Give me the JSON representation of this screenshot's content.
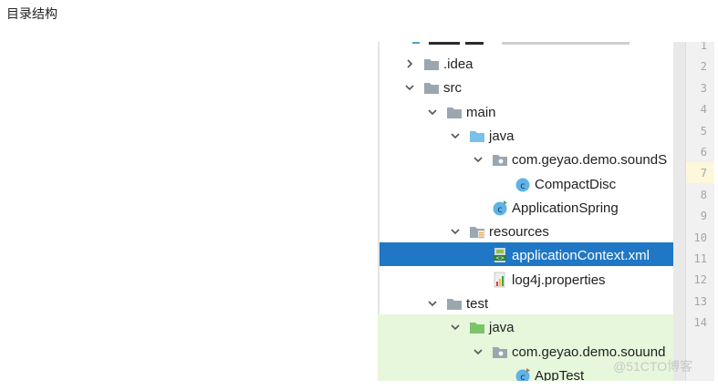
{
  "page": {
    "heading": "目录结构",
    "watermark": "@51CTO博客"
  },
  "gutter": {
    "line_numbers": [
      "1",
      "2",
      "3",
      "4",
      "5",
      "6",
      "7",
      "8",
      "9",
      "10",
      "11",
      "12",
      "13",
      "14"
    ],
    "current_line": "7"
  },
  "tree": [
    {
      "label": ".idea",
      "icon": "folder-icon",
      "state": "collapsed"
    },
    {
      "label": "src",
      "icon": "folder-icon",
      "state": "expanded"
    },
    {
      "label": "main",
      "icon": "folder-icon",
      "state": "expanded"
    },
    {
      "label": "java",
      "icon": "source-folder-icon",
      "state": "expanded"
    },
    {
      "label": "com.geyao.demo.soundS",
      "icon": "package-icon",
      "state": "expanded"
    },
    {
      "label": "CompactDisc",
      "icon": "class-icon",
      "state": "leaf"
    },
    {
      "label": "ApplicationSpring",
      "icon": "runnable-class-icon",
      "state": "leaf"
    },
    {
      "label": "resources",
      "icon": "resources-folder-icon",
      "state": "expanded"
    },
    {
      "label": "applicationContext.xml",
      "icon": "xml-file-icon",
      "state": "leaf",
      "selected": true
    },
    {
      "label": "log4j.properties",
      "icon": "properties-file-icon",
      "state": "leaf"
    },
    {
      "label": "test",
      "icon": "folder-icon",
      "state": "expanded"
    },
    {
      "label": "java",
      "icon": "test-folder-icon",
      "state": "expanded"
    },
    {
      "label": "com.geyao.demo.souund",
      "icon": "package-icon",
      "state": "expanded"
    },
    {
      "label": "AppTest",
      "icon": "test-class-icon",
      "state": "leaf"
    }
  ],
  "colors": {
    "selection": "#1f77c5",
    "test_background": "#e6f7dc",
    "folder": "#9aa7b0",
    "source_folder": "#79c0ea",
    "test_folder": "#7cc36a",
    "class_circle": "#5fb3e6"
  }
}
